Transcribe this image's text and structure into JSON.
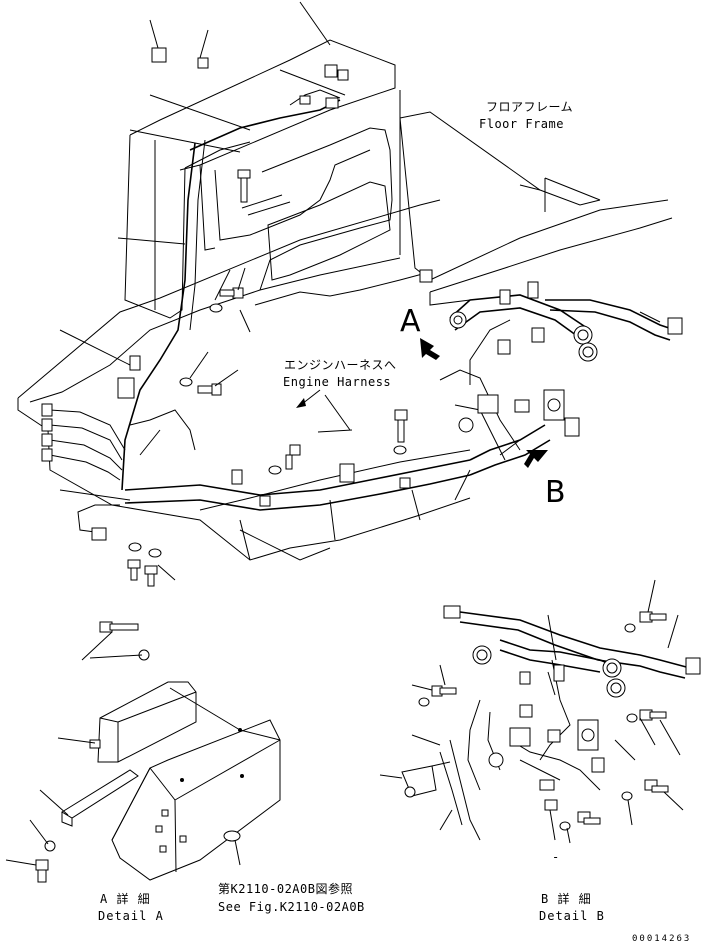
{
  "labels": {
    "floor_frame_jp": "フロアフレーム",
    "floor_frame_en": "Floor Frame",
    "engine_harness_jp": "エンジンハーネスへ",
    "engine_harness_en": "Engine Harness",
    "view_a": "A",
    "view_b": "B",
    "detail_a_jp": "A 詳 細",
    "detail_a_en": "Detail A",
    "detail_b_jp": "B 詳 細",
    "detail_b_en": "Detail B",
    "see_fig_jp": "第K2110-02A0B図参照",
    "see_fig_en": "See Fig.K2110-02A0B",
    "dash": "-",
    "drawing_number": "00014263"
  }
}
